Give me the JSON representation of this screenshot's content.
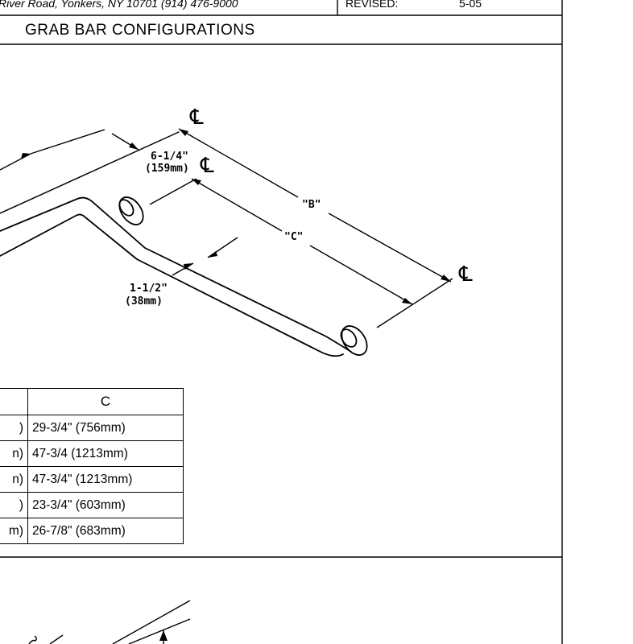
{
  "header": {
    "address": "River Road, Yonkers, NY 10701 (914) 476-9000",
    "revised_label": "REVISED:",
    "revised_value": "5-05",
    "title": "GRAB BAR CONFIGURATIONS"
  },
  "dimensions": {
    "offset": "6-1/4\"",
    "offset_metric": "(159mm)",
    "diameter": "1-1/2\"",
    "diameter_metric": "(38mm)",
    "label_b": "\"B\"",
    "label_c": "\"C\"",
    "centerline_symbol": "℄"
  },
  "table": {
    "header_c": "C",
    "rows": [
      {
        "b_tail": ")",
        "c": "29-3/4\" (756mm)"
      },
      {
        "b_tail": "n)",
        "c": "47-3/4 (1213mm)"
      },
      {
        "b_tail": "n)",
        "c": "47-3/4\" (1213mm)"
      },
      {
        "b_tail": ")",
        "c": "23-3/4\" (603mm)"
      },
      {
        "b_tail": "m)",
        "c": "26-7/8\" (683mm)"
      }
    ]
  }
}
